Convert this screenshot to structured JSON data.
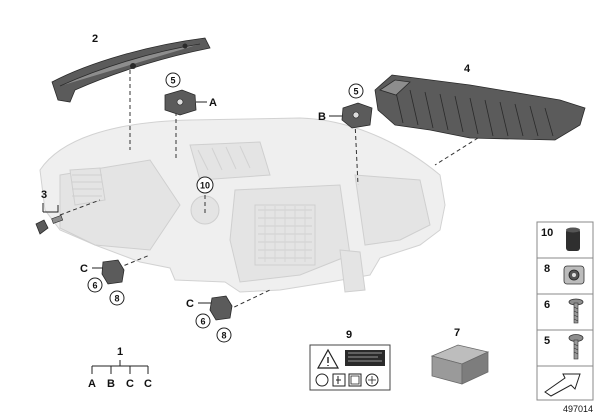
{
  "callouts": {
    "part1": "1",
    "part2": "2",
    "part3": "3",
    "part4": "4",
    "part5_top": "5",
    "part5_mid": "5",
    "part6_a": "6",
    "part6_b": "6",
    "part8_a": "8",
    "part8_b": "8",
    "part9": "9",
    "part7": "7",
    "part10": "10",
    "ref_A_top": "A",
    "ref_B": "B",
    "ref_C_left": "C",
    "ref_C_bottom": "C"
  },
  "tree_1": {
    "letters": [
      "A",
      "B",
      "C",
      "C"
    ]
  },
  "legend": {
    "items": [
      {
        "number": "10",
        "icon": "rubber-grommet-icon"
      },
      {
        "number": "8",
        "icon": "adjusting-element-icon"
      },
      {
        "number": "6",
        "icon": "screw-icon"
      },
      {
        "number": "5",
        "icon": "screw-icon"
      },
      {
        "number": "",
        "icon": "arrow-icon"
      }
    ]
  },
  "diagram_id": "497014",
  "colors": {
    "part": "#5b5b5b",
    "ghost": "#efefef",
    "legend_border": "#888888"
  }
}
